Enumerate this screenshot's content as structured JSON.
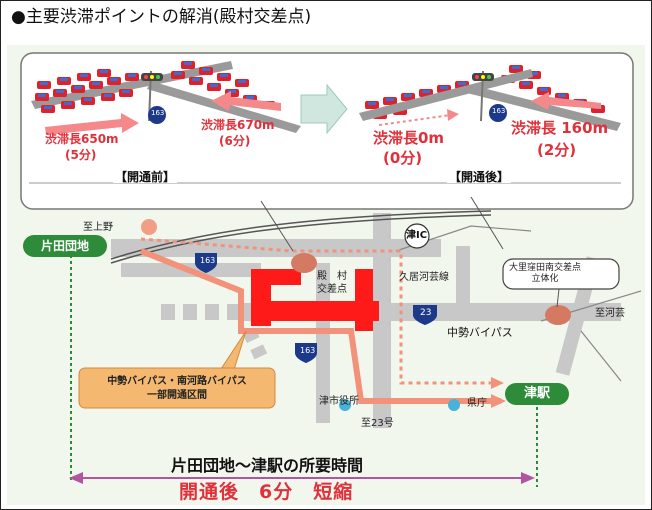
{
  "heading": "●主要渋滞ポイントの解消(殿村交差点)",
  "before": {
    "caption": "【開通前】",
    "left_queue_len": "渋滞長650m",
    "left_queue_time": "(5分)",
    "right_queue_len": "渋滞長670m",
    "right_queue_time": "(6分)",
    "route_shield": "163"
  },
  "after": {
    "caption": "【開通後】",
    "left_queue_len": "渋滞長0m",
    "left_queue_time": "(0分)",
    "right_queue_len": "渋滞長 160m",
    "right_queue_time": "(2分)",
    "route_shield": "163"
  },
  "map": {
    "start": "片田団地",
    "goal": "津駅",
    "to_kamino": "至上野",
    "tsu_ic": "津IC",
    "tonomura": "殿　村\n交差点",
    "ohsato": "大里窪田南交差点\n立体化",
    "kusui": "久居河芸線",
    "to_kawage": "至河芸",
    "chusei": "中勢バイパス",
    "city_hall": "津市役所",
    "pref_office": "県庁",
    "to_23": "至23号",
    "route_163": "163",
    "route_23": "23",
    "callout": "中勢バイパス・南河路バイパス\n一部開通区間"
  },
  "bottom": {
    "title": "片田団地～津駅の所要時間",
    "result": "開通後　6分　短縮"
  },
  "colors": {
    "accent_red": "#e0303a",
    "route_orange": "#f2927a",
    "green": "#2e8b3a",
    "callout_orange": "#f4b870",
    "frame_bg": "#f2f7ee"
  }
}
